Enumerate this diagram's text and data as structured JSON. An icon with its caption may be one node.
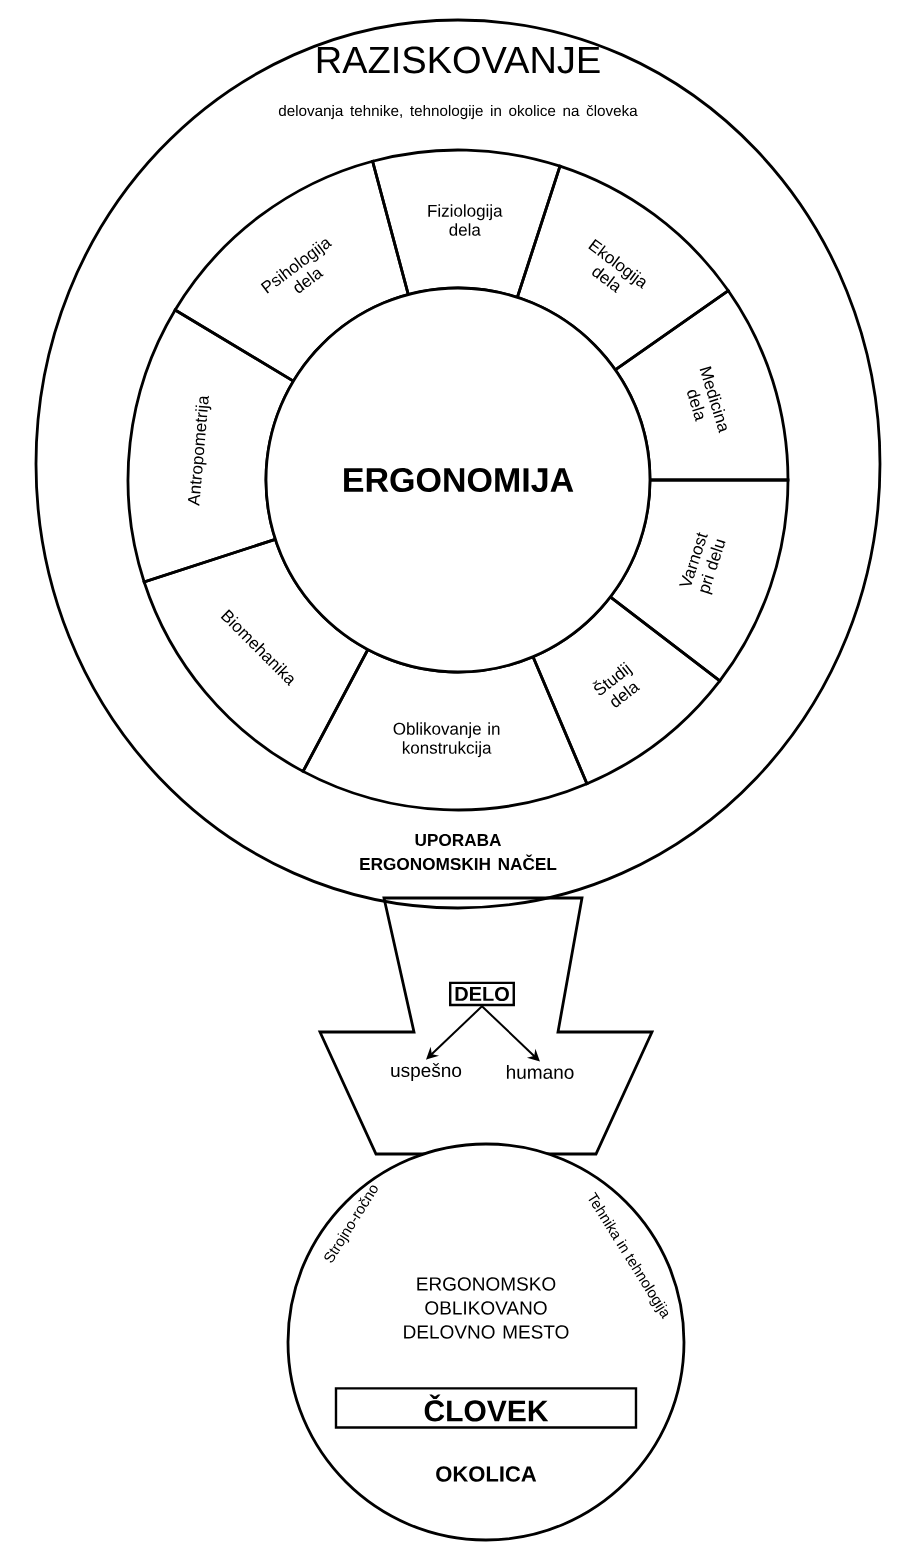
{
  "diagram": {
    "nodes": [
      {
        "text": [
          "RAZISKOVANJE",
          "delovanja tehnike, tehnologije in okolice na človeka",
          "UPORABA ERGONOMSKIH NAČEL"
        ]
      },
      {
        "text": [
          "Fiziologija dela"
        ],
        "in": 0
      },
      {
        "text": [
          "Ekologija dela"
        ],
        "in": 0
      },
      {
        "text": [
          "Medicina dela"
        ],
        "in": 0
      },
      {
        "text": [
          "Varnost pri delu"
        ],
        "in": 0
      },
      {
        "text": [
          "Študij dela"
        ],
        "in": 0
      },
      {
        "text": [
          "Oblikovanje in konstrukcija"
        ],
        "in": 0
      },
      {
        "text": [
          "Biomehanika"
        ],
        "in": 0
      },
      {
        "text": [
          "Antropometrija"
        ],
        "in": 0
      },
      {
        "text": [
          "Psihologija dela"
        ],
        "in": 0
      },
      {
        "text": [
          "ERGONOMIJA"
        ],
        "in": 0
      },
      {
        "text": [],
        "shape": "trapezoid"
      },
      {
        "text": [
          "DELO"
        ],
        "in": 11
      },
      {
        "text": [
          "uspešno"
        ],
        "in": 11
      },
      {
        "text": [
          "humano"
        ],
        "in": 11
      },
      {
        "text": [
          "Strojno-ročno",
          "Tehnika in tehnologija",
          "ERGONOMSKO OBLIKOVANO DELOVNO MESTO",
          "OKOLICA"
        ]
      },
      {
        "text": [
          "ČLOVEK"
        ],
        "in": 15
      }
    ],
    "edges": [
      {
        "from": 12,
        "to": 13,
        "arrow": "to"
      },
      {
        "from": 12,
        "to": 14,
        "arrow": "to"
      }
    ]
  }
}
